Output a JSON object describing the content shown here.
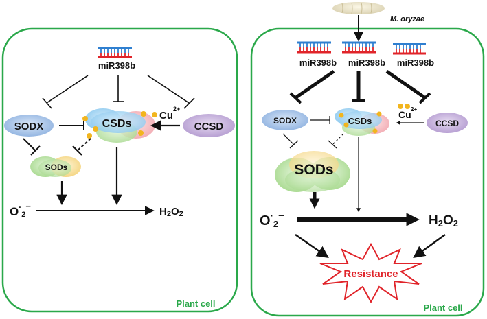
{
  "left_panel": {
    "mirna": "miR398b",
    "sodx": "SODX",
    "csds": "CSDs",
    "ccsd": "CCSD",
    "sods": "SODs",
    "copper": "Cu",
    "copper_charge": "2+",
    "superoxide": "O",
    "superoxide_dot": "·",
    "superoxide_sub": "2",
    "superoxide_charge": "−",
    "h2o2_a": "H",
    "h2o2_b": "2",
    "h2o2_c": "O",
    "h2o2_d": "2",
    "caption": "Plant cell"
  },
  "right_panel": {
    "pathogen": "M. oryzae",
    "mirna_1": "miR398b",
    "mirna_2": "miR398b",
    "mirna_3": "miR398b",
    "sodx": "SODX",
    "csds": "CSDs",
    "ccsd": "CCSD",
    "sods": "SODs",
    "copper": "Cu",
    "copper_charge": "2+",
    "superoxide": "O",
    "superoxide_dot": "·",
    "superoxide_sub": "2",
    "superoxide_charge": "−",
    "h2o2_a": "H",
    "h2o2_b": "2",
    "h2o2_c": "O",
    "h2o2_d": "2",
    "resistance": "Resistance",
    "caption": "Plant cell"
  },
  "colors": {
    "border": "#2aa84a",
    "rna_blue": "#2f7fd0",
    "rna_red": "#e0242a",
    "copper_dot": "#f2b51e",
    "resistance": "#e0242a"
  }
}
